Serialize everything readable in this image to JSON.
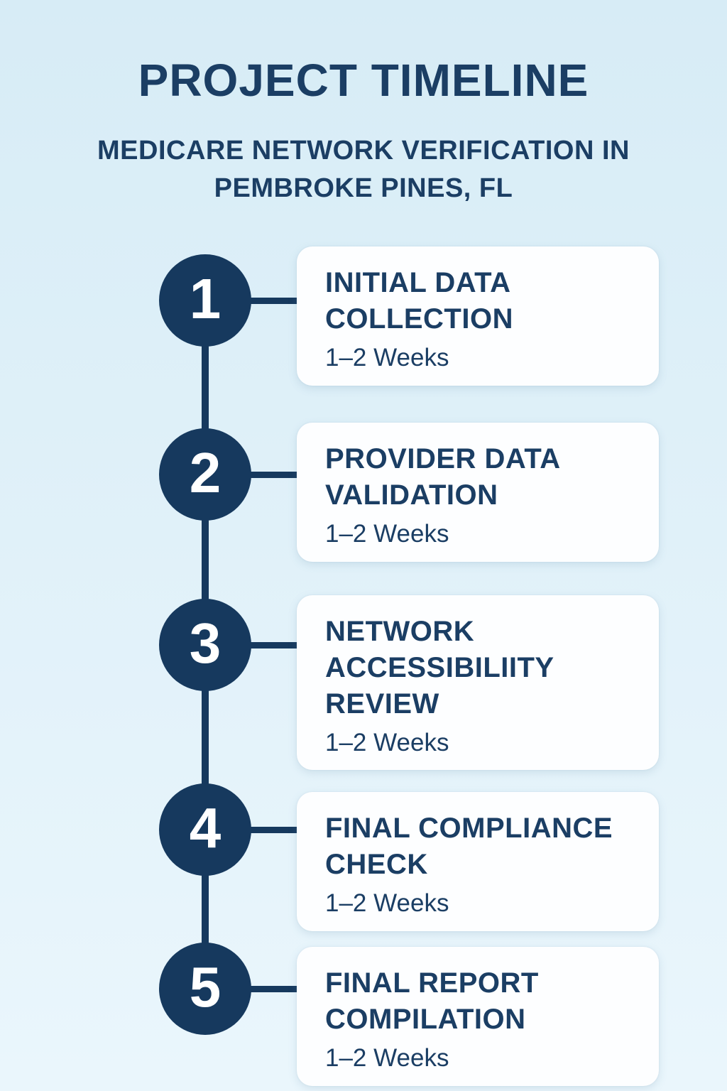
{
  "header": {
    "title": "PROJECT TIMELINE",
    "subtitle": "MEDICARE NETWORK VERIFICATION IN PEMBROKE PINES, FL"
  },
  "timeline": {
    "steps": [
      {
        "number": "1",
        "title": "INITIAL DATA COLLECTION",
        "duration": "1–2 Weeks"
      },
      {
        "number": "2",
        "title": "PROVIDER DATA VALIDATION",
        "duration": "1–2 Weeks"
      },
      {
        "number": "3",
        "title": "NETWORK ACCESSIBILIITY REVIEW",
        "duration": "1–2 Weeks"
      },
      {
        "number": "4",
        "title": "FINAL COMPLIANCE CHECK",
        "duration": "1–2 Weeks"
      },
      {
        "number": "5",
        "title": "FINAL REPORT COMPILATION",
        "duration": "1–2 Weeks"
      }
    ]
  },
  "colors": {
    "background_top": "#d7ecf6",
    "background_bottom": "#eaf6fc",
    "navy": "#16395e",
    "text_navy": "#1b3e64",
    "card_background": "#fdfeff"
  }
}
